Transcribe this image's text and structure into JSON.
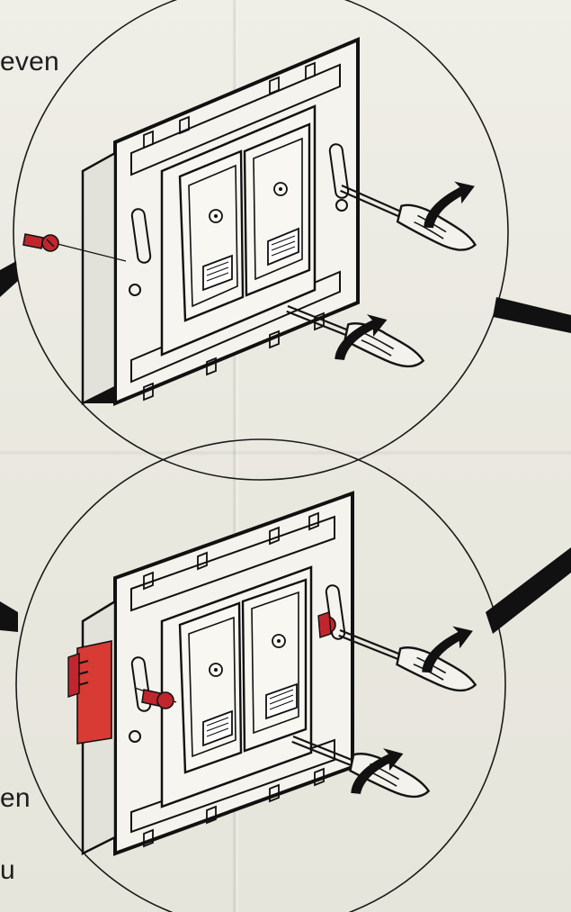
{
  "page": {
    "text_fragments": [
      "even",
      "en",
      "u"
    ]
  },
  "illustrations": [
    {
      "step": "mounting-with-side-screws"
    },
    {
      "step": "mounting-with-claws"
    }
  ],
  "colors": {
    "paper": "#ecebe3",
    "ink": "#151515",
    "screw_red": "#c0262d",
    "claw_red": "#d83a34"
  }
}
